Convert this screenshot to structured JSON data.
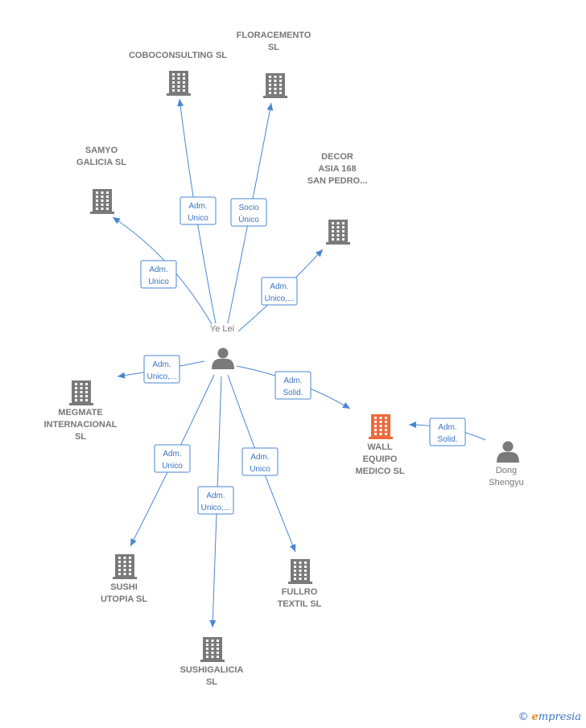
{
  "colors": {
    "edge": "#4a86d4",
    "building": "#7a7a7a",
    "focus_building": "#ee6a3a",
    "person": "#7a7a7a"
  },
  "center": {
    "id": "ye_lei",
    "name": "Ye Lei"
  },
  "nodes": [
    {
      "id": "coboconsulting",
      "type": "company",
      "lines": [
        "COBOCONSULTING SL"
      ]
    },
    {
      "id": "floracemento",
      "type": "company",
      "lines": [
        "FLORACEMENTO",
        "SL"
      ]
    },
    {
      "id": "samyo",
      "type": "company",
      "lines": [
        "SAMYO",
        "GALICIA  SL"
      ]
    },
    {
      "id": "decor",
      "type": "company",
      "lines": [
        "DECOR",
        "ASIA 168",
        "SAN PEDRO..."
      ]
    },
    {
      "id": "megmate",
      "type": "company",
      "lines": [
        "MEGMATE",
        "INTERNACIONAL",
        "SL"
      ]
    },
    {
      "id": "wall",
      "type": "company",
      "focus": true,
      "lines": [
        "WALL",
        "EQUIPO",
        "MEDICO  SL"
      ]
    },
    {
      "id": "sushi_utopia",
      "type": "company",
      "lines": [
        "SUSHI",
        "UTOPIA  SL"
      ]
    },
    {
      "id": "sushigalicia",
      "type": "company",
      "lines": [
        "SUSHIGALICIA",
        "SL"
      ]
    },
    {
      "id": "fullro",
      "type": "company",
      "lines": [
        "FULLRO",
        "TEXTIL  SL"
      ]
    },
    {
      "id": "dong",
      "type": "person",
      "lines": [
        "Dong",
        "Shengyu"
      ]
    }
  ],
  "edges": [
    {
      "from": "ye_lei",
      "to": "coboconsulting",
      "lines": [
        "Adm.",
        "Unico"
      ]
    },
    {
      "from": "ye_lei",
      "to": "floracemento",
      "lines": [
        "Socio",
        "Único"
      ]
    },
    {
      "from": "ye_lei",
      "to": "samyo",
      "lines": [
        "Adm.",
        "Unico"
      ]
    },
    {
      "from": "ye_lei",
      "to": "decor",
      "lines": [
        "Adm.",
        "Unico,..."
      ]
    },
    {
      "from": "ye_lei",
      "to": "megmate",
      "lines": [
        "Adm.",
        "Unico,..."
      ]
    },
    {
      "from": "ye_lei",
      "to": "wall",
      "lines": [
        "Adm.",
        "Solid."
      ]
    },
    {
      "from": "ye_lei",
      "to": "sushi_utopia",
      "lines": [
        "Adm.",
        "Unico"
      ]
    },
    {
      "from": "ye_lei",
      "to": "sushigalicia",
      "lines": [
        "Adm.",
        "Unico,..."
      ]
    },
    {
      "from": "ye_lei",
      "to": "fullro",
      "lines": [
        "Adm.",
        "Unico"
      ]
    },
    {
      "from": "dong",
      "to": "wall",
      "lines": [
        "Adm.",
        "Solid."
      ]
    }
  ],
  "footer": {
    "copyright": "©",
    "brand_initial": "e",
    "brand_rest": "mpresia"
  }
}
